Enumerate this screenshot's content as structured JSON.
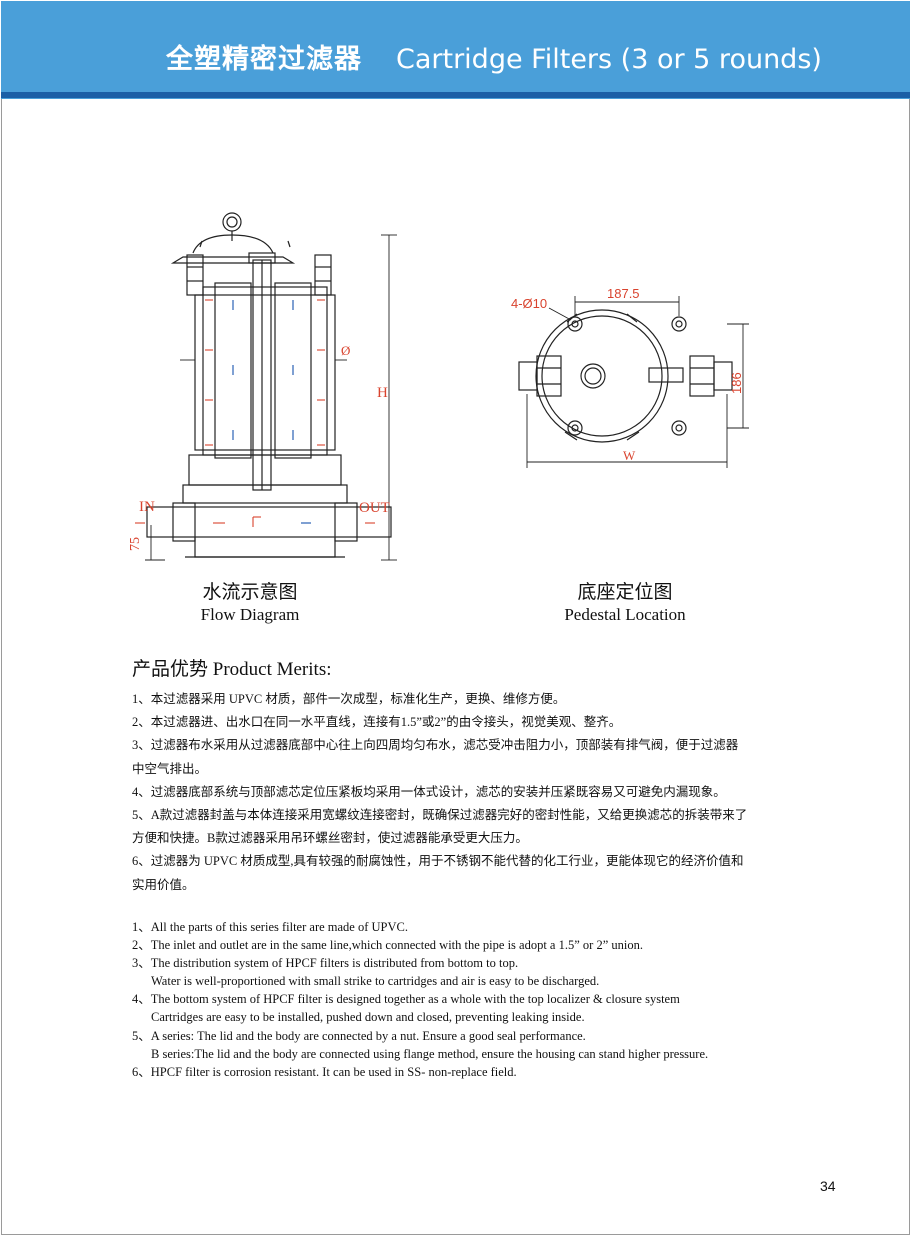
{
  "header": {
    "title_cn": "全塑精密过滤器",
    "title_en": "Cartridge  Filters (3 or 5 rounds)",
    "colors": {
      "band": "#4a9fd9",
      "stripe": "#1b5fa6"
    }
  },
  "flow_diagram": {
    "caption_cn": "水流示意图",
    "caption_en": "Flow Diagram",
    "labels": {
      "in": "IN",
      "out": "OUT",
      "height": "H",
      "diameter": "Ø",
      "base_height": "75"
    }
  },
  "pedestal_diagram": {
    "caption_cn": "底座定位图",
    "caption_en": "Pedestal Location",
    "labels": {
      "holes": "4-Ø10",
      "spacing": "187.5",
      "depth": "186",
      "width": "W"
    }
  },
  "merits": {
    "title": "产品优势 Product Merits:",
    "cn": [
      "1、本过滤器采用 UPVC 材质，部件一次成型，标准化生产，更换、维修方便。",
      "2、本过滤器进、出水口在同一水平直线，连接有1.5”或2”的由令接头，视觉美观、整齐。",
      "3、过滤器布水采用从过滤器底部中心往上向四周均匀布水，滤芯受冲击阻力小，顶部装有排气阀，便于过滤器",
      "中空气排出。",
      "4、过滤器底部系统与顶部滤芯定位压紧板均采用一体式设计，滤芯的安装并压紧既容易又可避免内漏现象。",
      "5、A款过滤器封盖与本体连接采用宽螺纹连接密封，既确保过滤器完好的密封性能，又给更换滤芯的拆装带来了",
      "方便和快捷。B款过滤器采用吊环螺丝密封，使过滤器能承受更大压力。",
      "6、过滤器为 UPVC 材质成型,具有较强的耐腐蚀性，用于不锈钢不能代替的化工行业，更能体现它的经济价值和",
      "实用价值。"
    ],
    "en": [
      "1、All the parts of this series filter are made of UPVC.",
      "2、The inlet and outlet are in the same line,which connected with the pipe is adopt a 1.5” or 2” union.",
      "3、The distribution system of HPCF filters is distributed from bottom to top.",
      "Water is well-proportioned with small strike to cartridges and air is easy to be discharged.",
      "4、The bottom system of HPCF filter is designed together as a whole with the top localizer & closure system",
      "Cartridges are easy to be installed, pushed down and closed, preventing leaking inside.",
      "5、A series: The lid and the body are connected by a nut. Ensure a good seal performance.",
      "B series:The lid and the body are connected using flange method, ensure the housing can stand higher pressure.",
      "6、HPCF filter is corrosion resistant. It can be used in SS- non-replace field."
    ]
  },
  "page_number": "34"
}
